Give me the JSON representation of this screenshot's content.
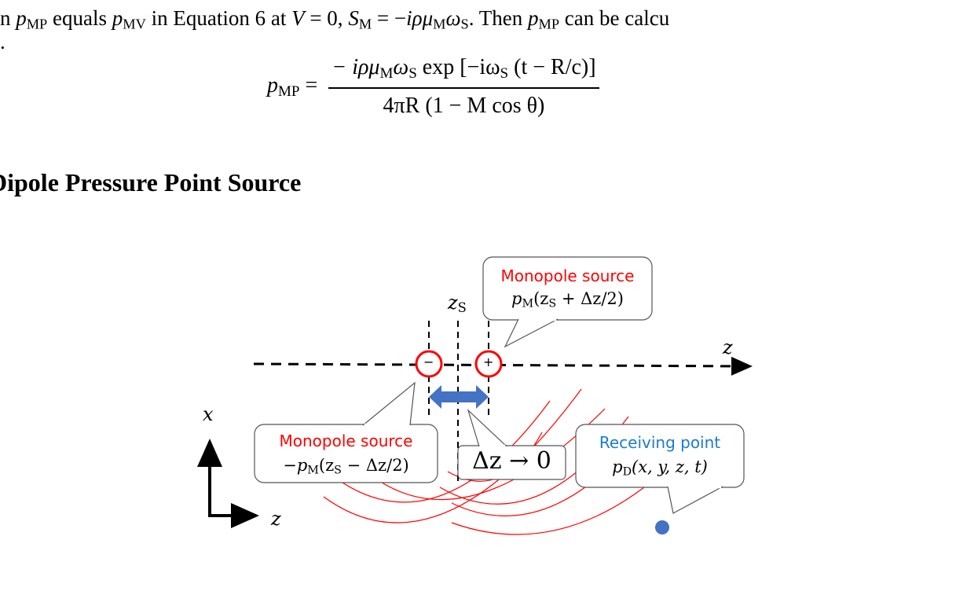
{
  "text": {
    "line1_a": "en ",
    "line1_b": " equals ",
    "line1_c": " in Equation 6 at ",
    "line1_d": " = 0, ",
    "line1_e": " = −",
    "line1_f": ". Then ",
    "line1_g": " can be calcu",
    "line2": ".",
    "p": "p",
    "MP": "MP",
    "MV": "MV",
    "V": "V",
    "S": "S",
    "M": "M",
    "irho_mu": "iρμ",
    "omega": "ω",
    "Ssub": "S"
  },
  "equation": {
    "lhs_p": "p",
    "lhs_sub": "MP",
    "equals": "=",
    "numerator": "− iρμ",
    "num_sub_M": "M",
    "num_omega": "ω",
    "num_sub_S": "S",
    "num_exp": " exp [−iω",
    "num_sub_S2": "S",
    "num_tail": " (t − R/c)]",
    "denominator": "4πR (1 − M cos θ)"
  },
  "section_heading": "Dipole Pressure Point Source",
  "diagram": {
    "axis_z_label": "z",
    "zs_label": "z",
    "zs_sub": "S",
    "minus_sign": "−",
    "plus_sign": "+",
    "top_callout_title": "Monopole source",
    "top_callout_formula": "p",
    "top_callout_formula_sub": "M",
    "top_callout_formula_rest": "(z",
    "top_callout_formula_sub2": "S",
    "top_callout_formula_tail": " + Δz/2)",
    "left_callout_title": "Monopole source",
    "left_callout_formula": "−p",
    "left_callout_formula_sub": "M",
    "left_callout_formula_rest": "(z",
    "left_callout_formula_sub2": "S",
    "left_callout_formula_tail": " − Δz/2)",
    "delta_label": "Δz → 0",
    "receiving_title": "Receiving point",
    "receiving_formula": "p",
    "receiving_formula_sub": "D",
    "receiving_formula_rest": "(x, y, z, t)",
    "coord_x_label": "x",
    "coord_z_label": "z",
    "colors": {
      "red": "#ff0000",
      "blue_arrow": "#4472c4",
      "blue_text": "#1a7bd0"
    }
  }
}
